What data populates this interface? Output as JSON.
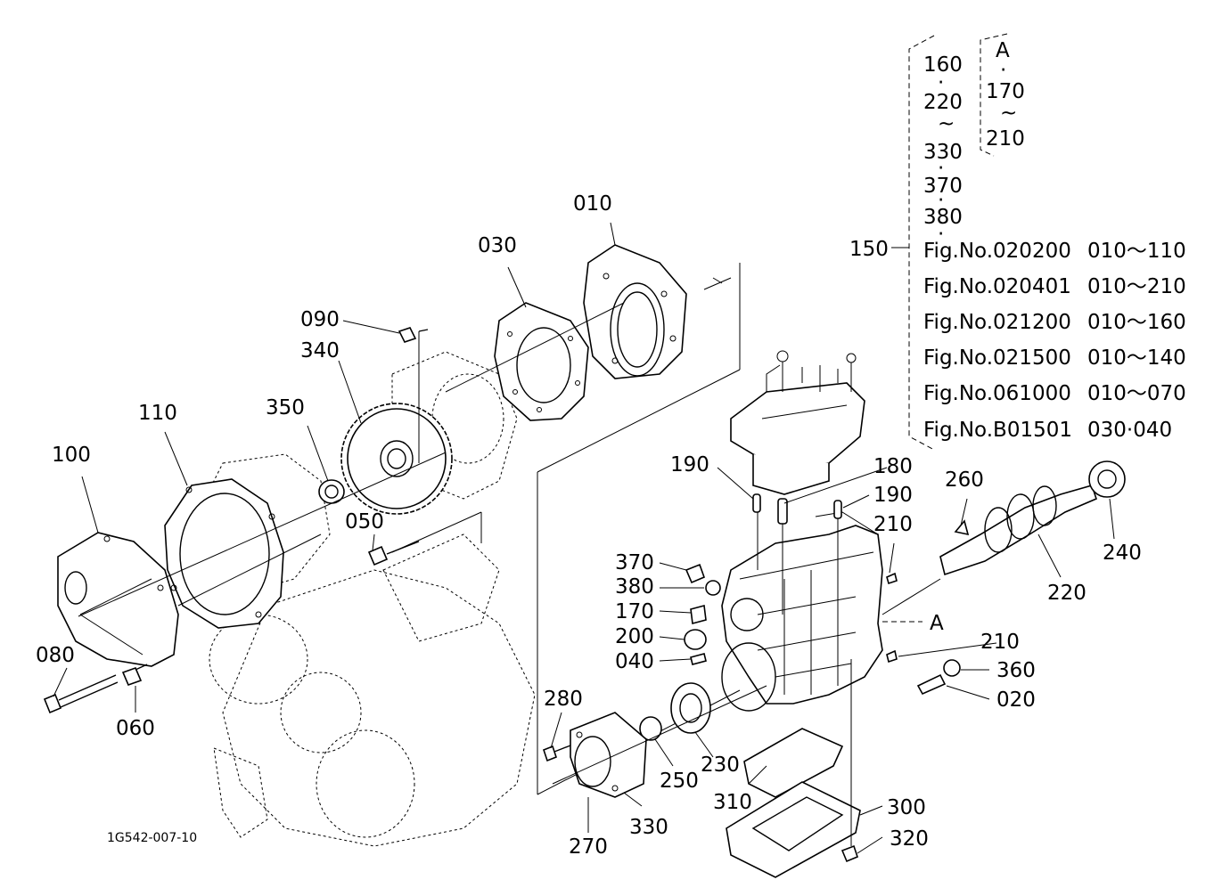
{
  "callouts": [
    {
      "id": "010",
      "text": "010"
    },
    {
      "id": "030",
      "text": "030"
    },
    {
      "id": "090",
      "text": "090"
    },
    {
      "id": "340",
      "text": "340"
    },
    {
      "id": "350",
      "text": "350"
    },
    {
      "id": "110",
      "text": "110"
    },
    {
      "id": "100",
      "text": "100"
    },
    {
      "id": "050",
      "text": "050"
    },
    {
      "id": "080",
      "text": "080"
    },
    {
      "id": "060",
      "text": "060"
    },
    {
      "id": "190a",
      "text": "190"
    },
    {
      "id": "180",
      "text": "180"
    },
    {
      "id": "190b",
      "text": "190"
    },
    {
      "id": "210a",
      "text": "210"
    },
    {
      "id": "260",
      "text": "260"
    },
    {
      "id": "240",
      "text": "240"
    },
    {
      "id": "220",
      "text": "220"
    },
    {
      "id": "370",
      "text": "370"
    },
    {
      "id": "380",
      "text": "380"
    },
    {
      "id": "170",
      "text": "170"
    },
    {
      "id": "200",
      "text": "200"
    },
    {
      "id": "040",
      "text": "040"
    },
    {
      "id": "A",
      "text": "A"
    },
    {
      "id": "210b",
      "text": "210"
    },
    {
      "id": "360",
      "text": "360"
    },
    {
      "id": "020",
      "text": "020"
    },
    {
      "id": "280",
      "text": "280"
    },
    {
      "id": "250",
      "text": "250"
    },
    {
      "id": "230",
      "text": "230"
    },
    {
      "id": "310",
      "text": "310"
    },
    {
      "id": "300",
      "text": "300"
    },
    {
      "id": "320",
      "text": "320"
    },
    {
      "id": "270",
      "text": "270"
    },
    {
      "id": "330",
      "text": "330"
    },
    {
      "id": "150",
      "text": "150"
    }
  ],
  "kit": {
    "items": [
      "160",
      "220",
      "330",
      "370",
      "380"
    ],
    "sub_items": [
      "A",
      "170",
      "210"
    ],
    "tilde": "~",
    "dot": "·"
  },
  "figure_refs": [
    {
      "fig": "Fig.No.020200",
      "range": "010～110"
    },
    {
      "fig": "Fig.No.020401",
      "range": "010～210"
    },
    {
      "fig": "Fig.No.021200",
      "range": "010～160"
    },
    {
      "fig": "Fig.No.021500",
      "range": "010～140"
    },
    {
      "fig": "Fig.No.061000",
      "range": "010～070"
    },
    {
      "fig": "Fig.No.B01501",
      "range": "030·040"
    }
  ],
  "drawing_code": "1G542-007-10"
}
